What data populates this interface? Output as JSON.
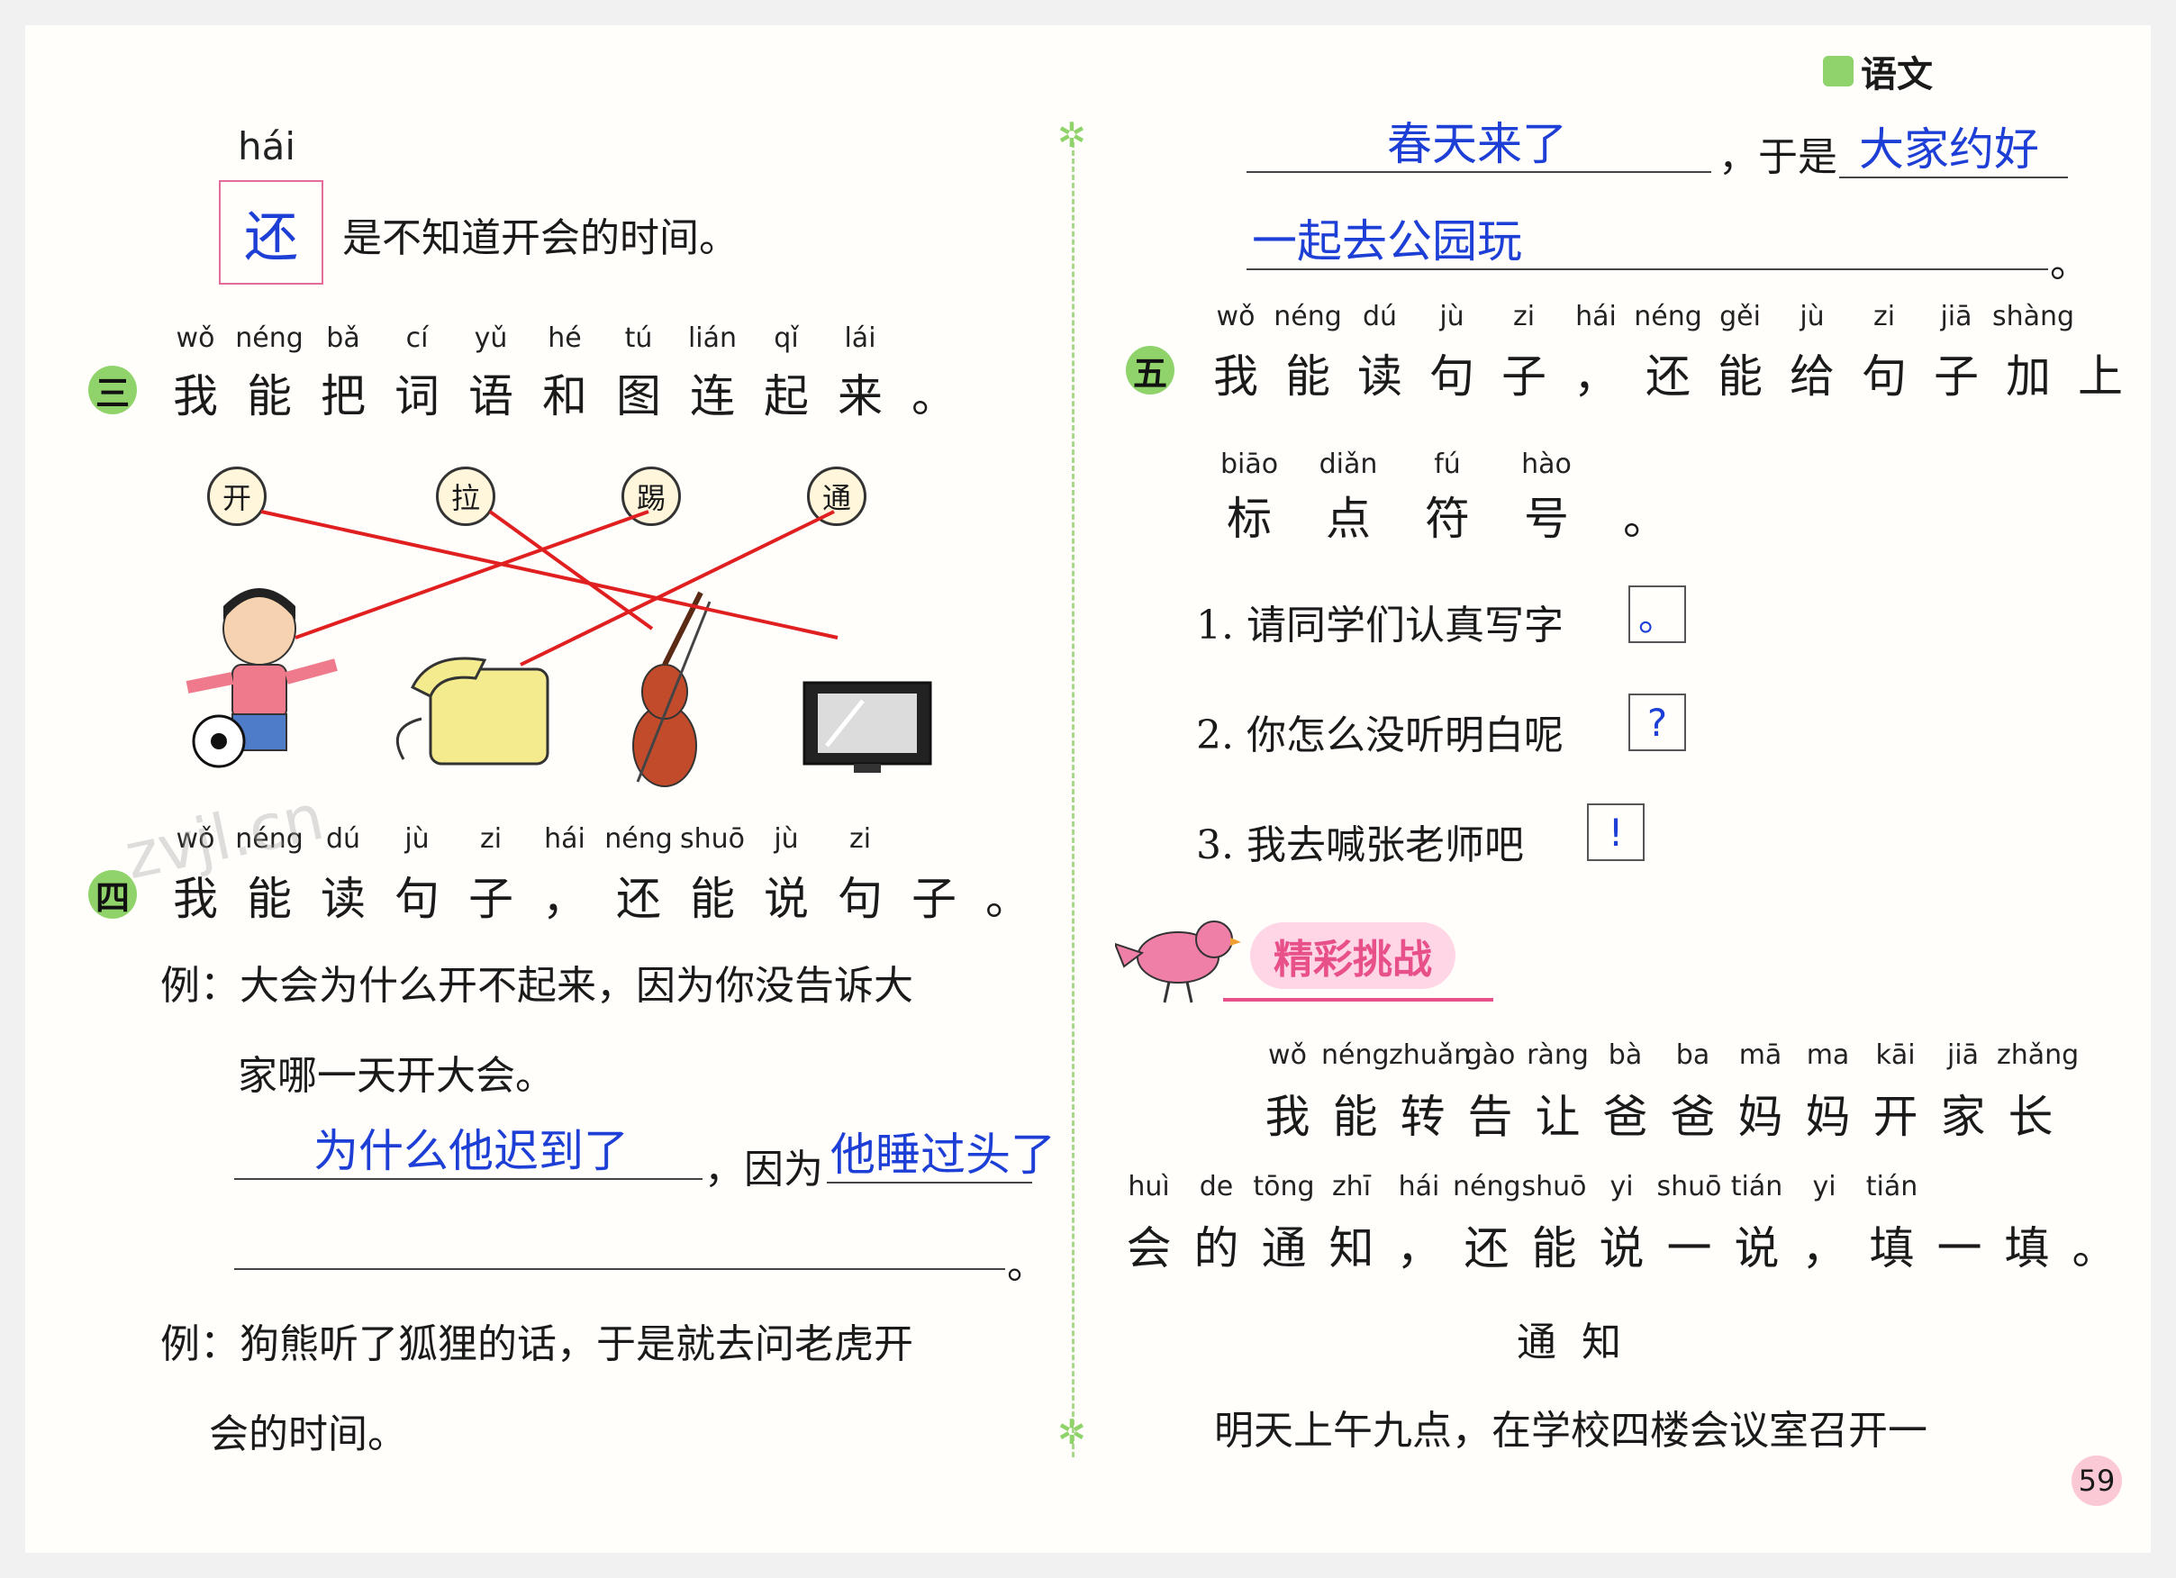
{
  "header": {
    "subject": "语文"
  },
  "left": {
    "q_prev": {
      "pinyin": "hái",
      "char": "还",
      "rest": "是不知道开会的时间。"
    },
    "q3": {
      "badge": "三",
      "pinyin": [
        "wǒ",
        "néng",
        "bǎ",
        "cí",
        "yǔ",
        "hé",
        "tú",
        "lián",
        "qǐ",
        "lái"
      ],
      "text": [
        "我",
        "能",
        "把",
        "词",
        "语",
        "和",
        "图",
        "连",
        "起",
        "来",
        "。"
      ],
      "words": [
        "开",
        "拉",
        "踢",
        "通"
      ]
    },
    "q4": {
      "badge": "四",
      "pinyin": [
        "wǒ",
        "néng",
        "dú",
        "jù",
        "zi",
        "hái",
        "néng",
        "shuō",
        "jù",
        "zi"
      ],
      "text": [
        "我",
        "能",
        "读",
        "句",
        "子",
        "，",
        "还",
        "能",
        "说",
        "句",
        "子",
        "。"
      ],
      "ex1_line1": "例：大会为什么开不起来，因为你没告诉大",
      "ex1_line2": "家哪一天开大会。",
      "ans1": "为什么他迟到了",
      "conj": "，因为",
      "ans2": "他睡过头了",
      "end": "。",
      "ex2_line1": "例：狗熊听了狐狸的话，于是就去问老虎开",
      "ex2_line2": "会的时间。"
    }
  },
  "right": {
    "top": {
      "ans1": "春天来了",
      "conj": "，于是",
      "ans2": "大家约好",
      "ans3": "一起去公园玩",
      "end": "。"
    },
    "q5": {
      "badge": "五",
      "pinyin1": [
        "wǒ",
        "néng",
        "dú",
        "jù",
        "zi",
        "hái",
        "néng",
        "gěi",
        "jù",
        "zi",
        "jiā",
        "shàng"
      ],
      "text1": [
        "我",
        "能",
        "读",
        "句",
        "子",
        "，",
        "还",
        "能",
        "给",
        "句",
        "子",
        "加",
        "上"
      ],
      "pinyin2": [
        "biāo",
        "diǎn",
        "fú",
        "hào"
      ],
      "text2": [
        "标",
        "点",
        "符",
        "号",
        "。"
      ],
      "items": [
        {
          "text": "1. 请同学们认真写字",
          "mark": "。"
        },
        {
          "text": "2. 你怎么没听明白呢",
          "mark": "?"
        },
        {
          "text": "3. 我去喊张老师吧",
          "mark": "!"
        }
      ]
    },
    "challenge": {
      "title": "精彩挑战",
      "pinyin1": [
        "wǒ",
        "néng",
        "zhuǎn",
        "gào",
        "ràng",
        "bà",
        "ba",
        "mā",
        "ma",
        "kāi",
        "jiā",
        "zhǎng"
      ],
      "text1": [
        "我",
        "能",
        "转",
        "告",
        "让",
        "爸",
        "爸",
        "妈",
        "妈",
        "开",
        "家",
        "长"
      ],
      "pinyin2": [
        "huì",
        "de",
        "tōng",
        "zhī",
        "hái",
        "néng",
        "shuō",
        "yi",
        "shuō",
        "tián",
        "yi",
        "tián"
      ],
      "text2": [
        "会",
        "的",
        "通",
        "知",
        "，",
        "还",
        "能",
        "说",
        "一",
        "说",
        "，",
        "填",
        "一",
        "填",
        "。"
      ],
      "notice_title": "通  知",
      "notice_line": "明天上午九点，在学校四楼会议室召开一"
    },
    "page_number": "59"
  },
  "watermark": "zvjl.cn"
}
